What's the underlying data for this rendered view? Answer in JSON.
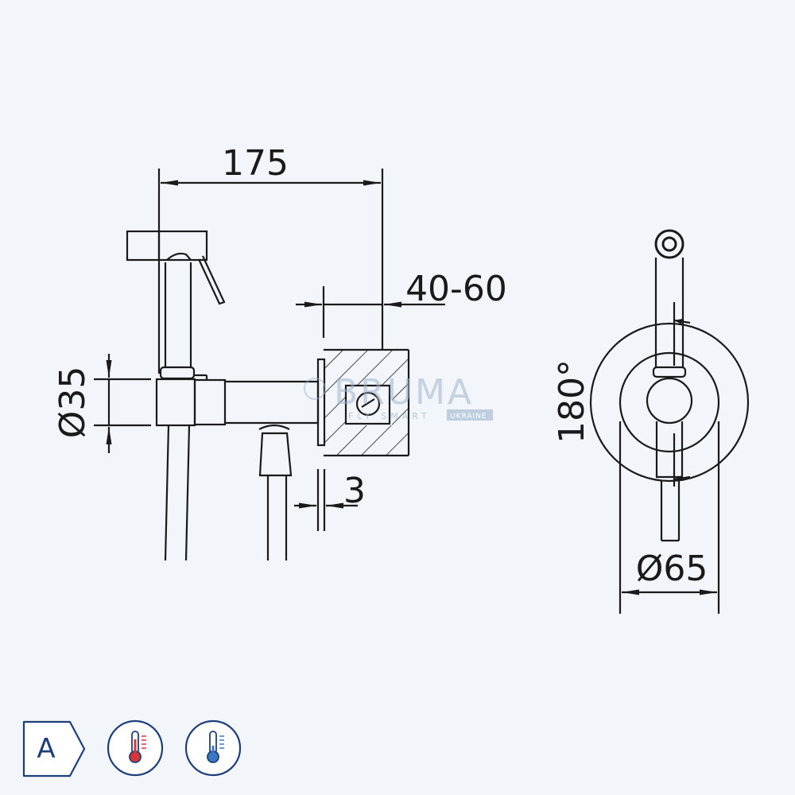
{
  "dimensions": {
    "width_overall": "175",
    "wall_depth": "40-60",
    "body_diameter": "Ø35",
    "plate_gap": "3",
    "rotation_angle": "180°",
    "flange_diameter": "Ø65"
  },
  "watermark": {
    "brand": "BRUMA",
    "tagline": "FLY SMART",
    "region": "UKRAINE"
  },
  "badges": {
    "class_letter": "A",
    "hot_icon": "thermometer-hot-icon",
    "cold_icon": "thermometer-cold-icon"
  },
  "colors": {
    "background": "#f2f5f9",
    "line": "#1a1a1a",
    "badge_blue": "#1e3f7a",
    "hot": "#d9333a",
    "cold": "#3a78c2"
  }
}
